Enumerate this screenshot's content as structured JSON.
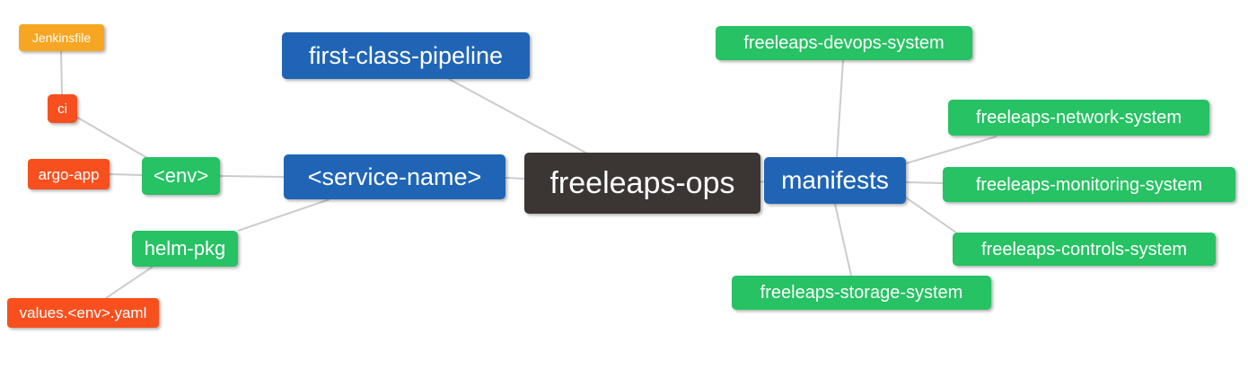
{
  "palette": {
    "blue": "#2065b5",
    "green": "#26c263",
    "orange": "#f6a623",
    "red": "#f7501e",
    "dark": "#3b3633",
    "edge_line": "#cccccc",
    "background": "#ffffff",
    "node_text": "#ffffff"
  },
  "diagram": {
    "type": "mindmap",
    "root_label": "freeleaps-ops",
    "nodes": [
      {
        "id": "freeleaps-ops",
        "label": "freeleaps-ops",
        "color": "dark"
      },
      {
        "id": "first-class-pipeline",
        "label": "first-class-pipeline",
        "color": "blue"
      },
      {
        "id": "service-name",
        "label": "<service-name>",
        "color": "blue"
      },
      {
        "id": "env",
        "label": "<env>",
        "color": "green"
      },
      {
        "id": "ci",
        "label": "ci",
        "color": "red"
      },
      {
        "id": "jenkinsfile",
        "label": "Jenkinsfile",
        "color": "orange"
      },
      {
        "id": "argo-app",
        "label": "argo-app",
        "color": "red"
      },
      {
        "id": "helm-pkg",
        "label": "helm-pkg",
        "color": "green"
      },
      {
        "id": "values-env-yaml",
        "label": "values.<env>.yaml",
        "color": "red"
      },
      {
        "id": "manifests",
        "label": "manifests",
        "color": "blue"
      },
      {
        "id": "freeleaps-devops-system",
        "label": "freeleaps-devops-system",
        "color": "green"
      },
      {
        "id": "freeleaps-network-system",
        "label": "freeleaps-network-system",
        "color": "green"
      },
      {
        "id": "freeleaps-monitoring-system",
        "label": "freeleaps-monitoring-system",
        "color": "green"
      },
      {
        "id": "freeleaps-controls-system",
        "label": "freeleaps-controls-system",
        "color": "green"
      },
      {
        "id": "freeleaps-storage-system",
        "label": "freeleaps-storage-system",
        "color": "green"
      }
    ],
    "edges": [
      {
        "from": "freeleaps-ops",
        "to": "first-class-pipeline"
      },
      {
        "from": "freeleaps-ops",
        "to": "<service-name>"
      },
      {
        "from": "<service-name>",
        "to": "<env>"
      },
      {
        "from": "<env>",
        "to": "ci"
      },
      {
        "from": "ci",
        "to": "Jenkinsfile"
      },
      {
        "from": "<env>",
        "to": "argo-app"
      },
      {
        "from": "<service-name>",
        "to": "helm-pkg"
      },
      {
        "from": "helm-pkg",
        "to": "values.<env>.yaml"
      },
      {
        "from": "freeleaps-ops",
        "to": "manifests"
      },
      {
        "from": "manifests",
        "to": "freeleaps-devops-system"
      },
      {
        "from": "manifests",
        "to": "freeleaps-network-system"
      },
      {
        "from": "manifests",
        "to": "freeleaps-monitoring-system"
      },
      {
        "from": "manifests",
        "to": "freeleaps-controls-system"
      },
      {
        "from": "manifests",
        "to": "freeleaps-storage-system"
      }
    ]
  }
}
